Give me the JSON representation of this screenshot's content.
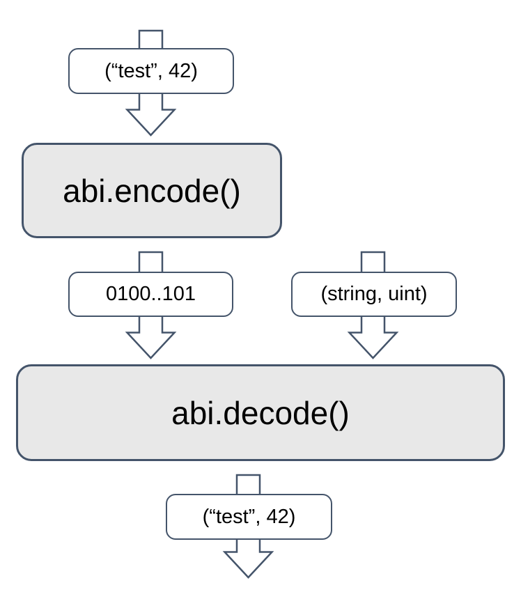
{
  "colors": {
    "border": "#44546a",
    "process_fill": "#e8e8e8",
    "label_fill": "#ffffff",
    "text": "#000000"
  },
  "diagram": {
    "input_label": "(“test”, 42)",
    "encode_label": "abi.encode()",
    "encoded_label": "0100..101",
    "types_label": "(string, uint)",
    "decode_label": "abi.decode()",
    "output_label": "(“test”, 42)"
  }
}
